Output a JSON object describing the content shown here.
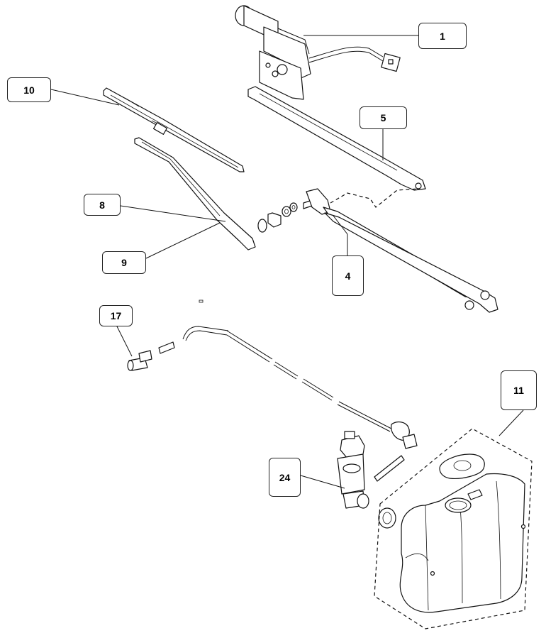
{
  "callouts": {
    "c1": "1",
    "c5": "5",
    "c10": "10",
    "c8": "8",
    "c9": "9",
    "c4": "4",
    "c17": "17",
    "c11": "11",
    "c24": "24"
  },
  "colors": {
    "line": "#111111",
    "background": "#ffffff"
  }
}
